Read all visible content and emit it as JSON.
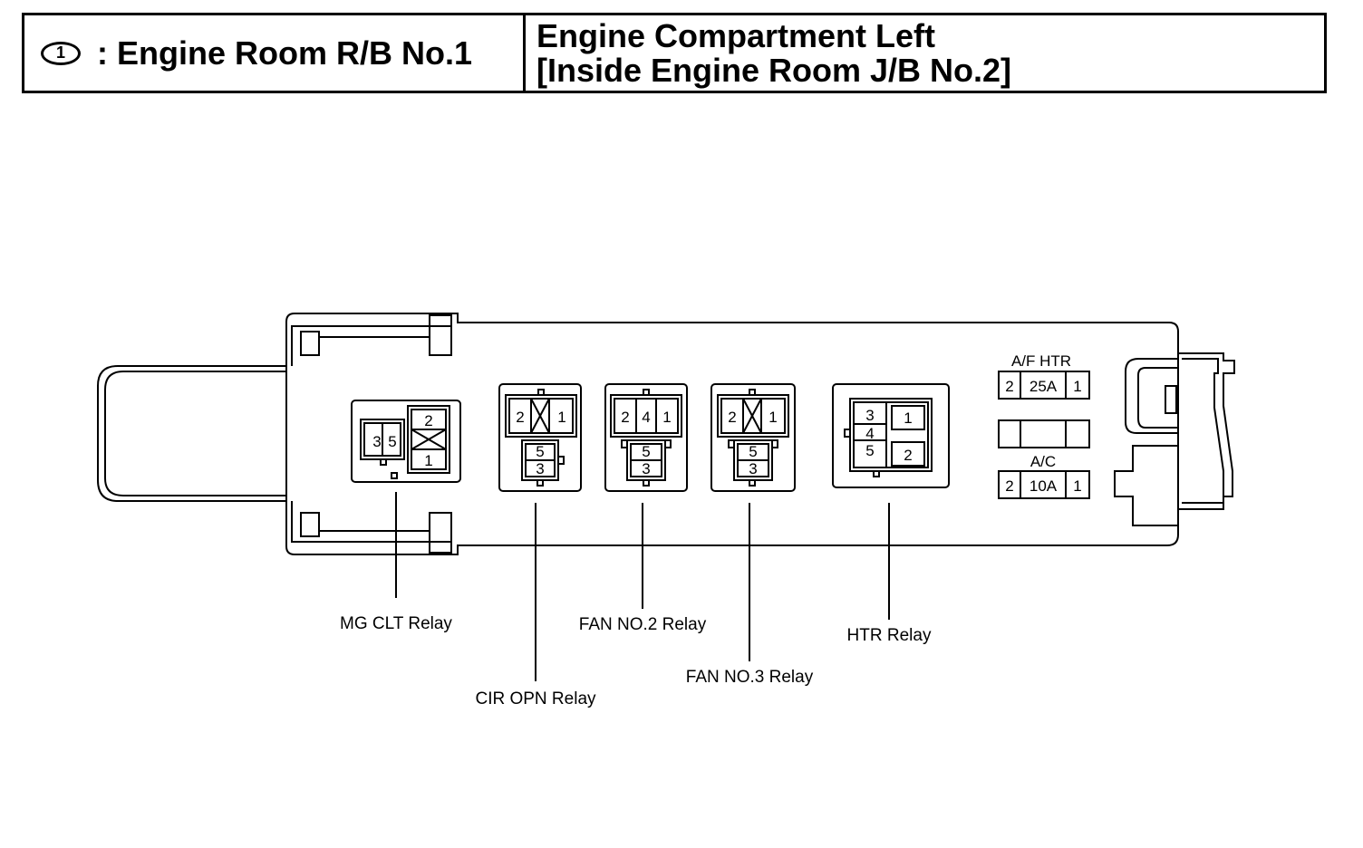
{
  "header": {
    "number": "1",
    "title": ": Engine Room R/B No.1",
    "location_line1": "Engine Compartment Left",
    "location_line2": "[Inside Engine Room J/B No.2]"
  },
  "relays": {
    "mg_clt": {
      "label": "MG CLT Relay",
      "pins_left": [
        "3",
        "5"
      ],
      "pin_top": "2",
      "pin_bottom": "1"
    },
    "cir_opn": {
      "label": "CIR OPN Relay",
      "pin_top_left": "2",
      "pin_top_right": "1",
      "pin_mid": "5",
      "pin_low": "3"
    },
    "fan_no2": {
      "label": "FAN NO.2 Relay",
      "pins_top": [
        "2",
        "4",
        "1"
      ],
      "pin_mid": "5",
      "pin_low": "3"
    },
    "fan_no3": {
      "label": "FAN NO.3 Relay",
      "pin_top_left": "2",
      "pin_top_right": "1",
      "pin_mid": "5",
      "pin_low": "3"
    },
    "htr": {
      "label": "HTR Relay",
      "pins_left": [
        "3",
        "4",
        "5"
      ],
      "pin_top_right": "1",
      "pin_bottom_right": "2"
    }
  },
  "fuses": {
    "af_htr": {
      "label": "A/F HTR",
      "pin_left": "2",
      "rating": "25A",
      "pin_right": "1"
    },
    "ac": {
      "label": "A/C",
      "pin_left": "2",
      "rating": "10A",
      "pin_right": "1"
    }
  }
}
